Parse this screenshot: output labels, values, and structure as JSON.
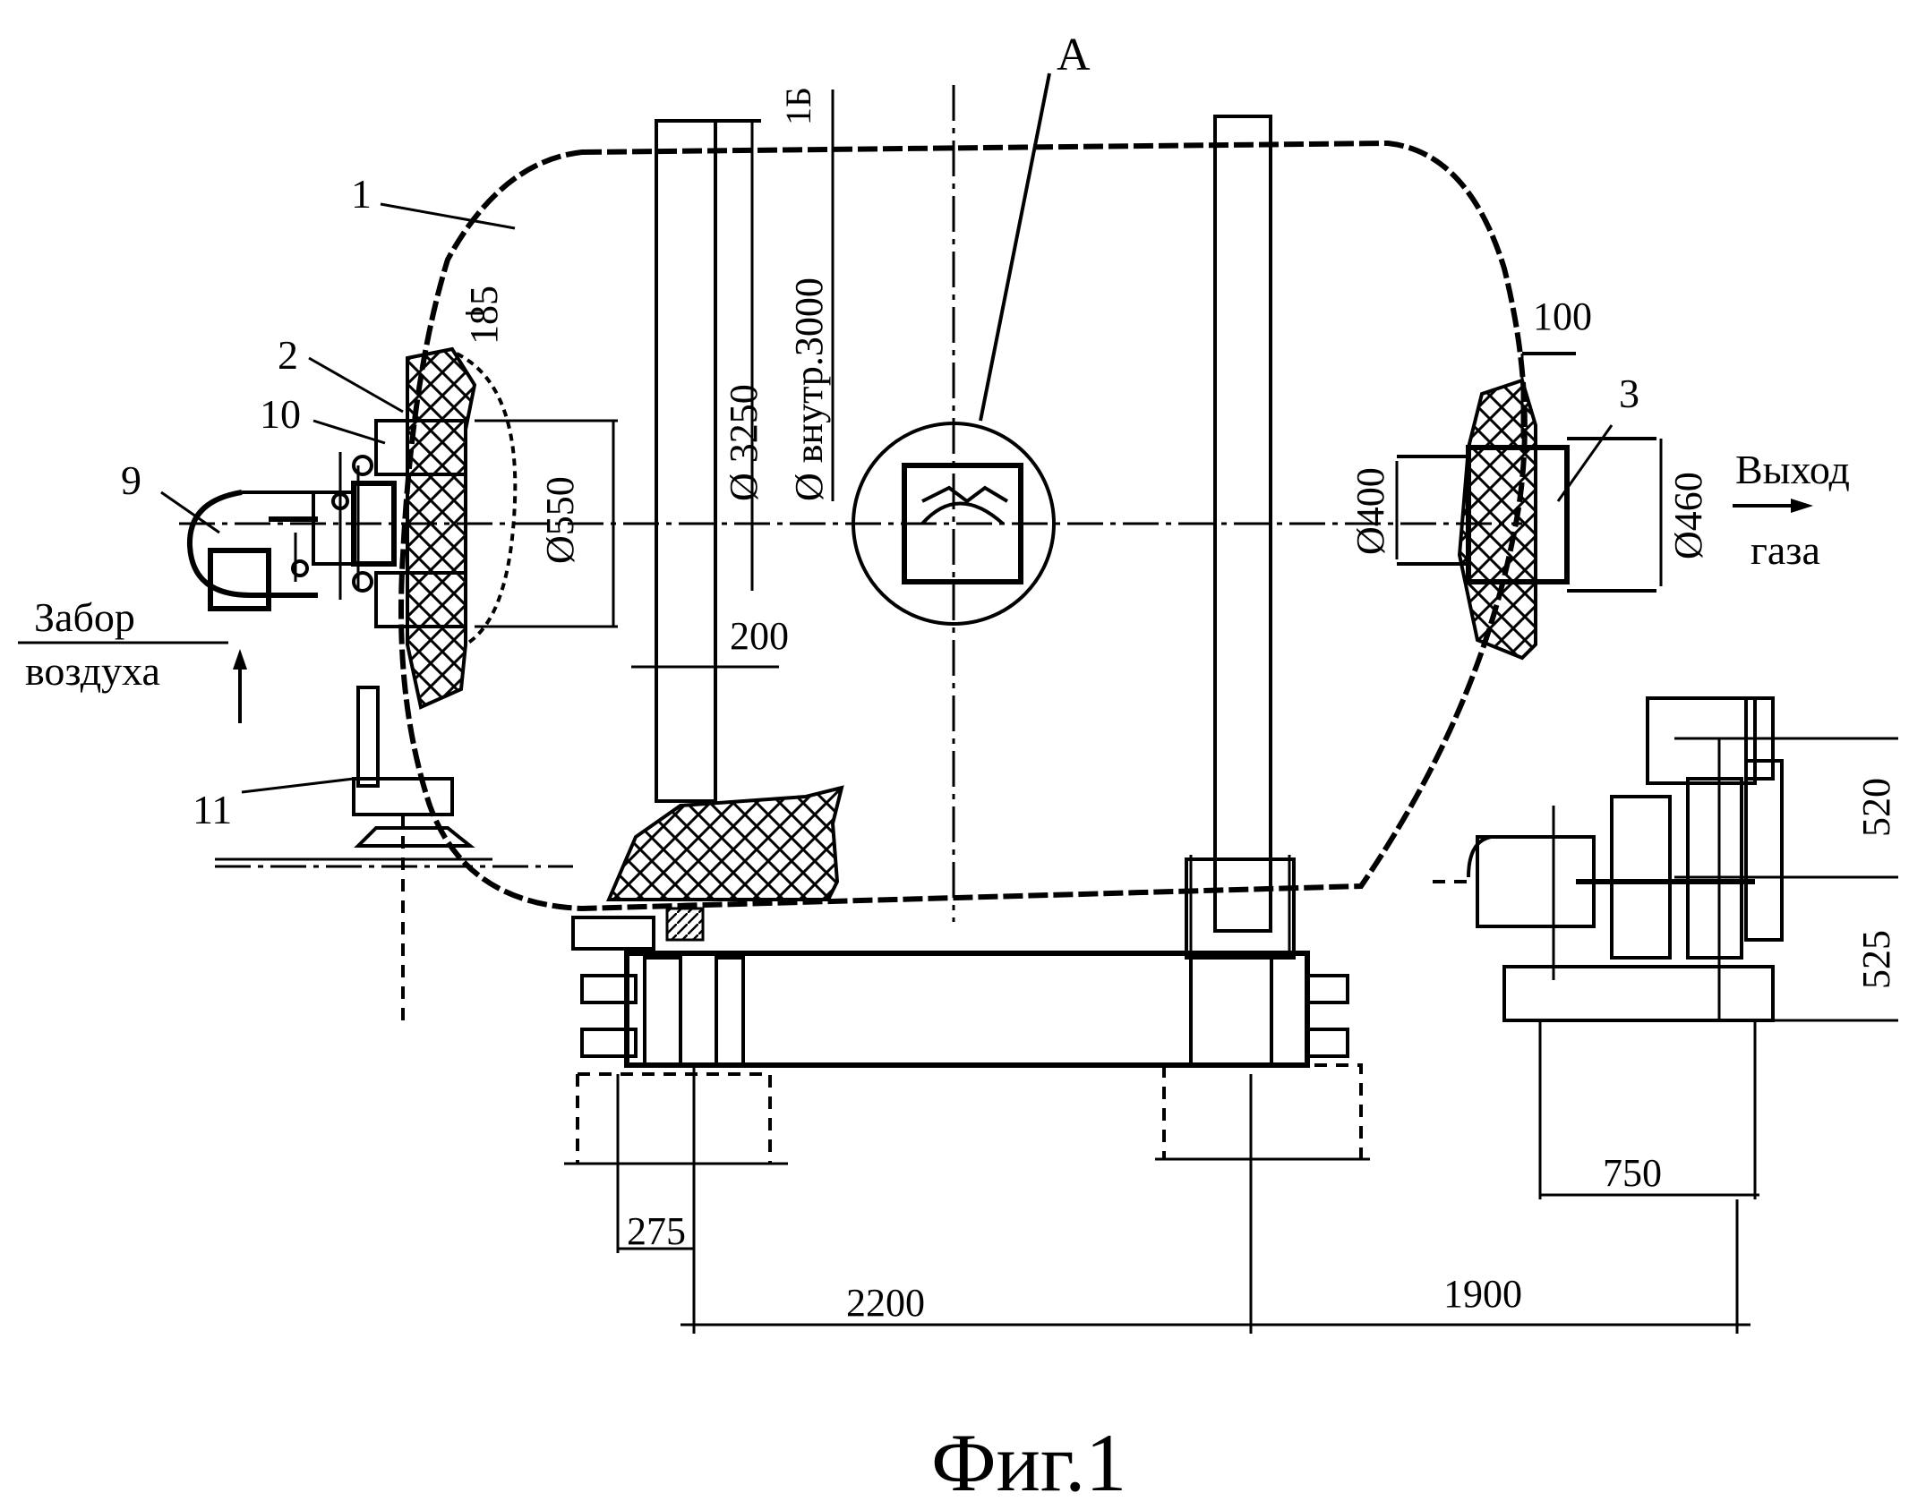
{
  "figure": {
    "caption": "Фиг.1",
    "labels": {
      "part_1": "1",
      "part_2": "2",
      "part_3": "3",
      "part_9": "9",
      "part_10": "10",
      "part_11": "11",
      "detail_a": "А",
      "section_b": "1Б"
    },
    "annotations": {
      "air_intake_line1": "Забор",
      "air_intake_line2": "воздуха",
      "gas_exit_line1": "Выход",
      "gas_exit_line2": "газа"
    },
    "dimensions": {
      "d_185": "185",
      "d_550": "Ø550",
      "d_3250": "Ø 3250",
      "d_inner_3000": "Ø внутр.3000",
      "d_200": "200",
      "d_100": "100",
      "d_400": "Ø400",
      "d_460": "Ø460",
      "d_520": "520",
      "d_525": "525",
      "d_750": "750",
      "d_275": "275",
      "d_2200": "2200",
      "d_1900": "1900"
    }
  }
}
